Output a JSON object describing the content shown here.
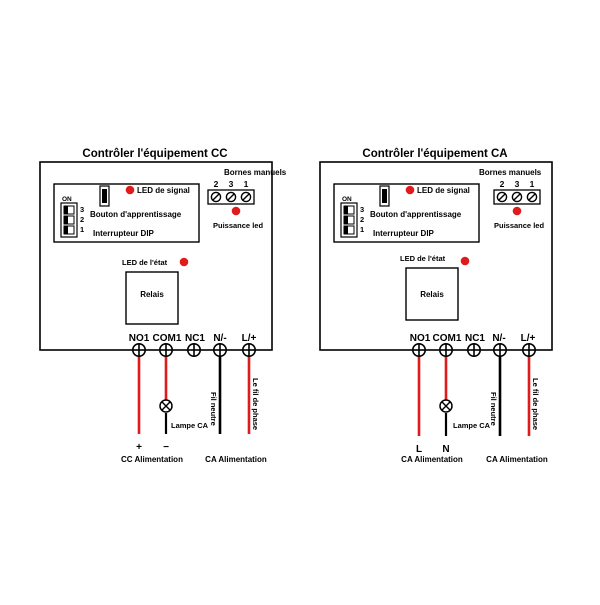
{
  "colors": {
    "line": "#000000",
    "wire_red": "#e01b1b",
    "led_red": "#e01b1b"
  },
  "panels": [
    {
      "title": "Contrôler l'équipement CC",
      "led_signal": "LED de signal",
      "learn_button": "Bouton d'apprentissage",
      "dip_switch": "Interrupteur DIP",
      "dip_on": "ON",
      "dip_numbers": [
        "3",
        "2",
        "1"
      ],
      "manual_terminals": "Bornes manuels",
      "manual_numbers": [
        "2",
        "3",
        "1"
      ],
      "power_led": "Puissance led",
      "status_led": "LED de l'état",
      "relay": "Relais",
      "terminals": [
        "NO1",
        "COM1",
        "NC1",
        "N/-",
        "L/+"
      ],
      "lamp": "Lampe CA",
      "neutral_wire": "Fil neutre",
      "phase_wire": "Le fil de phase",
      "left_marks": [
        "+",
        "−"
      ],
      "left_supply": "CC Alimentation",
      "right_supply": "CA Alimentation"
    },
    {
      "title": "Contrôler l'équipement CA",
      "led_signal": "LED de signal",
      "learn_button": "Bouton d'apprentissage",
      "dip_switch": "Interrupteur DIP",
      "dip_on": "ON",
      "dip_numbers": [
        "3",
        "2",
        "1"
      ],
      "manual_terminals": "Bornes manuels",
      "manual_numbers": [
        "2",
        "3",
        "1"
      ],
      "power_led": "Puissance led",
      "status_led": "LED de l'état",
      "relay": "Relais",
      "terminals": [
        "NO1",
        "COM1",
        "NC1",
        "N/-",
        "L/+"
      ],
      "lamp": "Lampe CA",
      "neutral_wire": "Fil neutre",
      "phase_wire": "Le fil de phase",
      "left_marks": [
        "L",
        "N"
      ],
      "left_supply": "CA Alimentation",
      "right_supply": "CA Alimentation"
    }
  ]
}
